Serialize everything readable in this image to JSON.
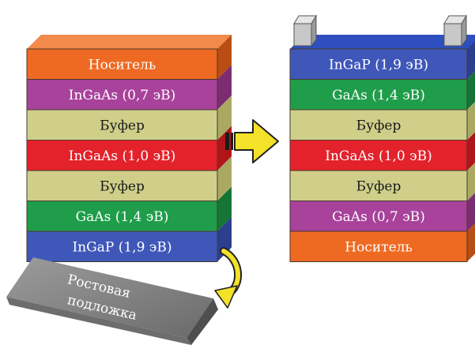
{
  "left_stack": {
    "layers": [
      {
        "label": "Носитель",
        "front": "#ee6a22",
        "side": "#b94d14",
        "text": "light"
      },
      {
        "label": "InGaAs (0,7 эВ)",
        "front": "#a8429b",
        "side": "#7c2d72",
        "text": "light"
      },
      {
        "label": "Буфер",
        "front": "#cfcf8a",
        "side": "#a9a962",
        "text": "dark"
      },
      {
        "label": "InGaAs (1,0 эВ)",
        "front": "#e3222b",
        "side": "#b0151c",
        "text": "light"
      },
      {
        "label": "Буфер",
        "front": "#cfcf8a",
        "side": "#a9a962",
        "text": "dark"
      },
      {
        "label": "GaAs (1,4 эВ)",
        "front": "#1f9d4a",
        "side": "#157536",
        "text": "light"
      },
      {
        "label": "InGaP (1,9 эВ)",
        "front": "#3f57b8",
        "side": "#2c3f8e",
        "text": "light"
      }
    ],
    "top_color": "#f18a4a"
  },
  "right_stack": {
    "layers": [
      {
        "label": "InGaP  (1,9 эВ)",
        "front": "#3f57b8",
        "side": "#2c3f8e",
        "text": "light"
      },
      {
        "label": "GaAs (1,4 эВ)",
        "front": "#1f9d4a",
        "side": "#157536",
        "text": "light"
      },
      {
        "label": "Буфер",
        "front": "#cfcf8a",
        "side": "#a9a962",
        "text": "dark"
      },
      {
        "label": "InGaAs (1,0 эВ)",
        "front": "#e3222b",
        "side": "#b0151c",
        "text": "light"
      },
      {
        "label": "Буфер",
        "front": "#cfcf8a",
        "side": "#a9a962",
        "text": "dark"
      },
      {
        "label": "GaAs (0,7 эВ)",
        "front": "#a8429b",
        "side": "#7c2d72",
        "text": "light"
      },
      {
        "label": "Носитель",
        "front": "#ee6a22",
        "side": "#b94d14",
        "text": "light"
      }
    ],
    "top_color": "#2f4fbf",
    "contacts_color": "#c8c8c8"
  },
  "substrate": {
    "line1": "Ростовая",
    "line2": "подложка",
    "color": "#8a8a8a"
  },
  "arrows": {
    "transfer_arrow_color": "#f3e12a",
    "curved_arrow_color": "#f3e12a"
  }
}
